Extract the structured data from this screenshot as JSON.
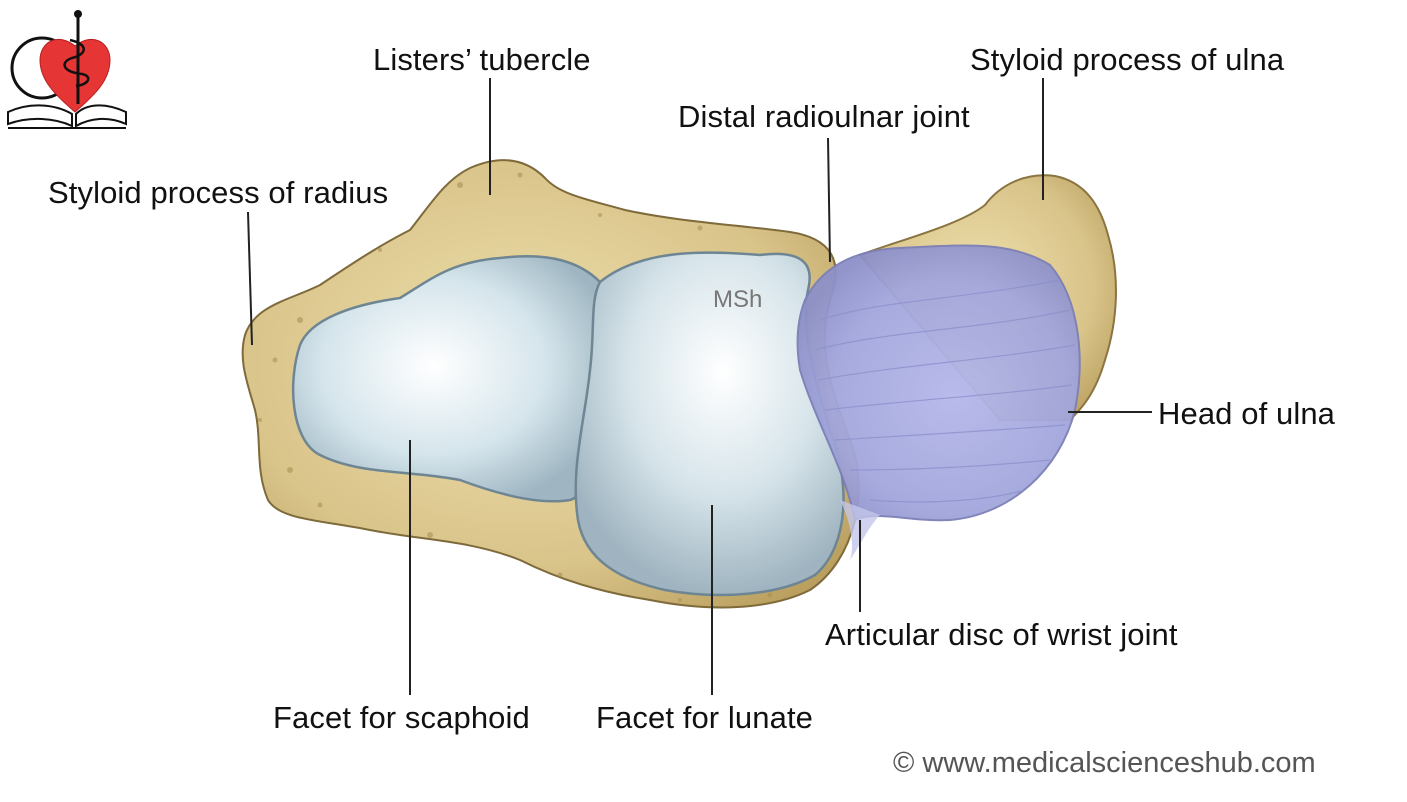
{
  "labels": {
    "listers_tubercle": "Listers’ tubercle",
    "styloid_ulna": "Styloid process of ulna",
    "distal_radioulnar": "Distal radioulnar joint",
    "styloid_radius": "Styloid process of radius",
    "head_ulna": "Head of ulna",
    "articular_disc": "Articular disc of wrist joint",
    "facet_scaphoid": "Facet for scaphoid",
    "facet_lunate": "Facet for lunate"
  },
  "watermark": "MSh",
  "copyright": "© www.medicalscienceshub.com",
  "colors": {
    "bone": "#d9c48a",
    "cartilage": "#cfe0e8",
    "disc": "#a6a9dd",
    "logo_heart": "#e53535"
  },
  "icons": {
    "logo": "medical-heart-book-logo"
  }
}
